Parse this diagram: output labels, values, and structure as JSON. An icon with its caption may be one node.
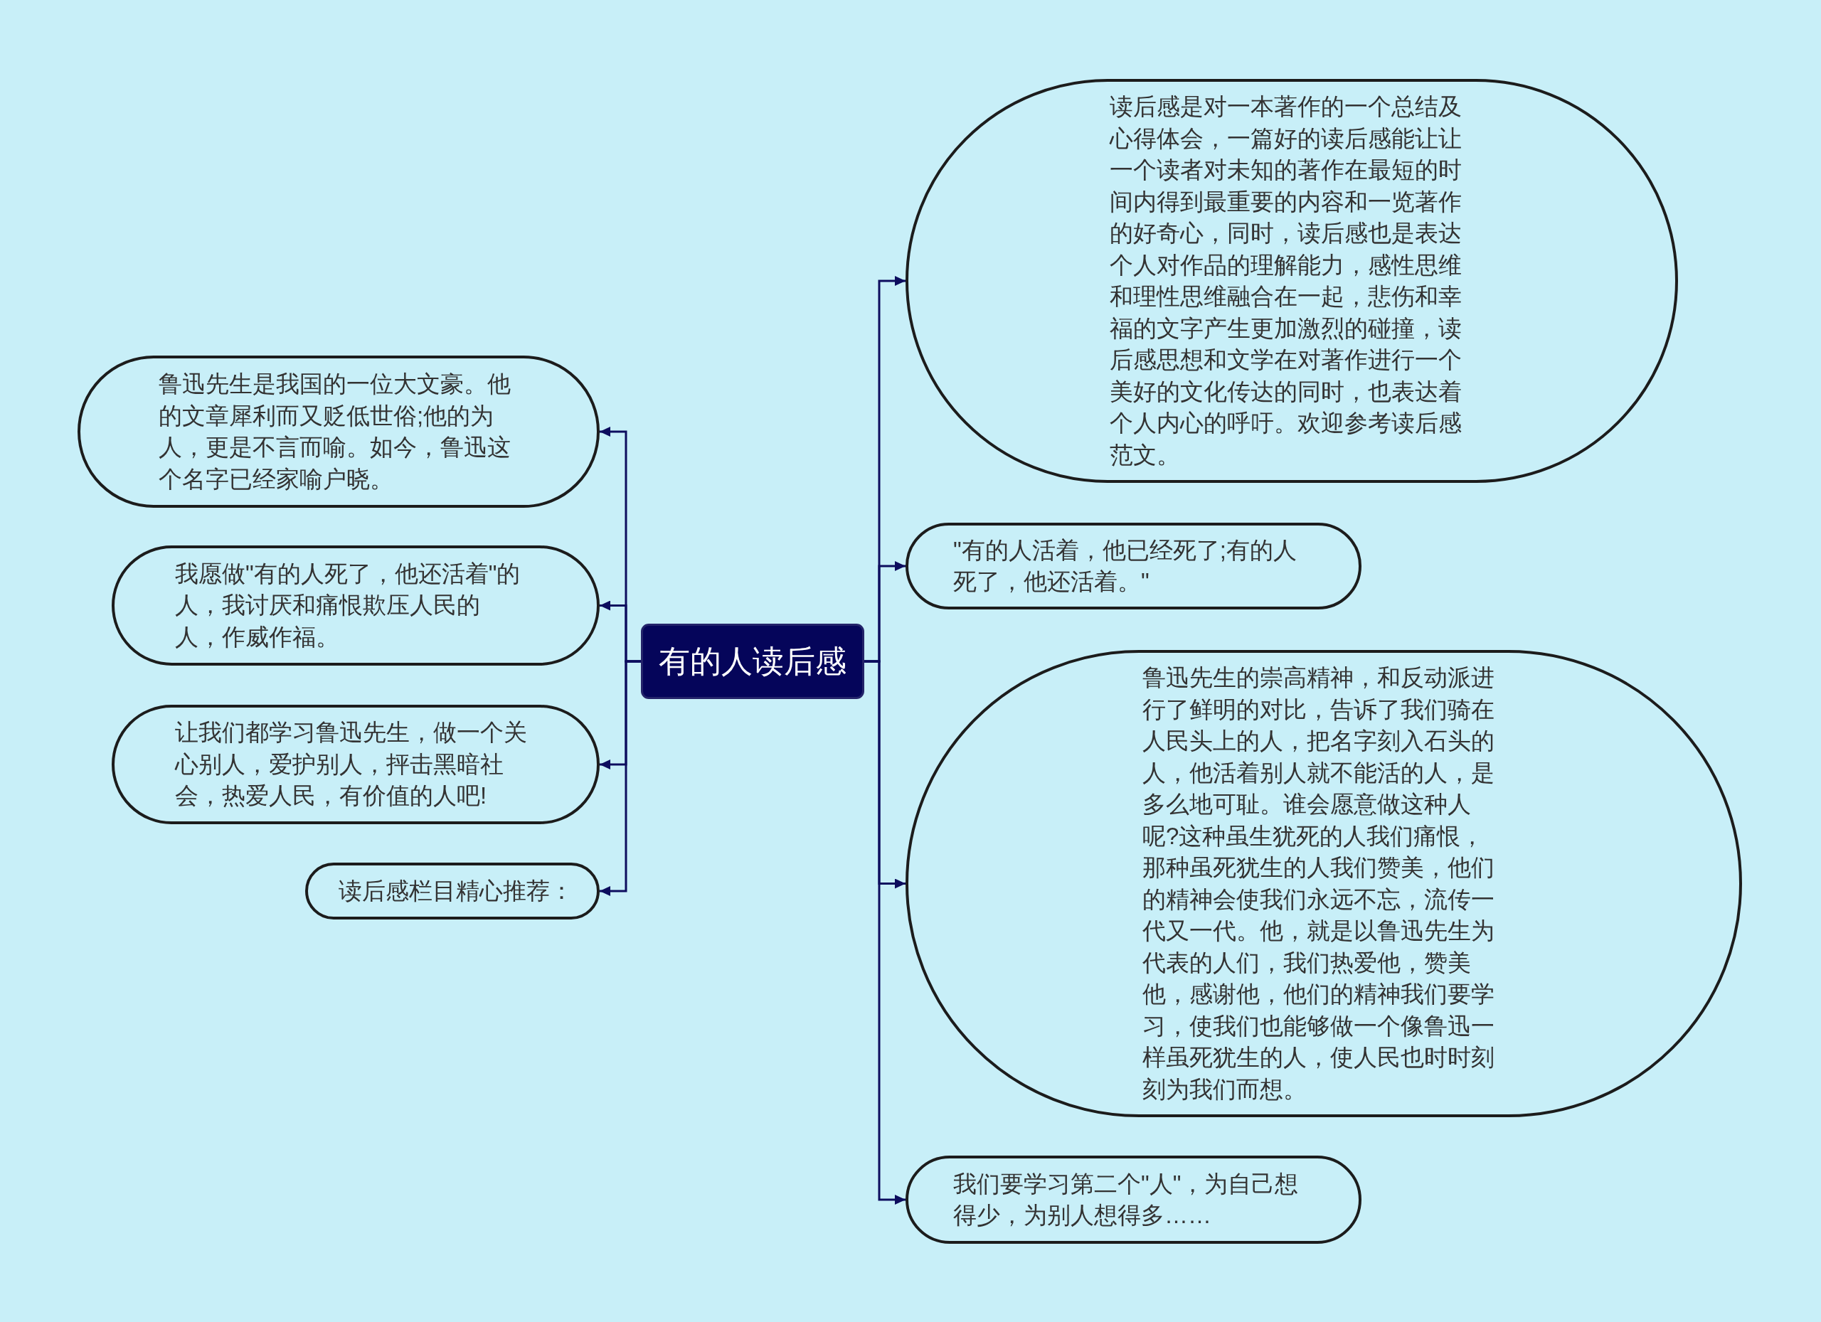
{
  "diagram": {
    "nodes": [
      {
        "text": [
          "有的人读后感"
        ]
      },
      {
        "text": [
          "读后感是对一本著作的一个总结及心得体会，一篇好的读后感能让让一个读者对未知的著作在最短的时间内得到最重要的内容和一览著作的好奇心，同时，读后感也是表达个人对作品的理解能力，感性思维和理性思维融合在一起，悲伤和幸福的文字产生更加激烈的碰撞，读后感思想和文学在对著作进行一个美好的文化传达的同时，也表达着个人内心的呼吁。欢迎参考读后感范文。"
        ]
      },
      {
        "text": [
          "\"有的人活着，他已经死了;有的人死了，他还活着。\""
        ]
      },
      {
        "text": [
          "鲁迅先生的崇高精神，和反动派进行了鲜明的对比，告诉了我们骑在人民头上的人，把名字刻入石头的人，他活着别人就不能活的人，是多么地可耻。谁会愿意做这种人呢?这种虽生犹死的人我们痛恨，那种虽死犹生的人我们赞美，他们的精神会使我们永远不忘，流传一代又一代。他，就是以鲁迅先生为代表的人们，我们热爱他，赞美他，感谢他，他们的精神我们要学习，使我们也能够做一个像鲁迅一样虽死犹生的人，使人民也时时刻刻为我们而想。"
        ]
      },
      {
        "text": [
          "我们要学习第二个\"人\"，为自己想得少，为别人想得多……"
        ]
      },
      {
        "text": [
          "鲁迅先生是我国的一位大文豪。他的文章犀利而又贬低世俗;他的为人，更是不言而喻。如今，鲁迅这个名字已经家喻户晓。"
        ]
      },
      {
        "text": [
          "我愿做\"有的人死了，他还活着\"的人，我讨厌和痛恨欺压人民的人，作威作福。"
        ]
      },
      {
        "text": [
          "让我们都学习鲁迅先生，做一个关心别人，爱护别人，抨击黑暗社会，热爱人民，有价值的人吧!"
        ]
      },
      {
        "text": [
          "读后感栏目精心推荐："
        ]
      }
    ],
    "edges": [
      {
        "from": 0,
        "to": 1,
        "arrow": "to"
      },
      {
        "from": 0,
        "to": 2,
        "arrow": "to"
      },
      {
        "from": 0,
        "to": 3,
        "arrow": "to"
      },
      {
        "from": 0,
        "to": 4,
        "arrow": "to"
      },
      {
        "from": 0,
        "to": 5,
        "arrow": "to"
      },
      {
        "from": 0,
        "to": 6,
        "arrow": "to"
      },
      {
        "from": 0,
        "to": 7,
        "arrow": "to"
      },
      {
        "from": 0,
        "to": 8,
        "arrow": "to"
      }
    ]
  }
}
